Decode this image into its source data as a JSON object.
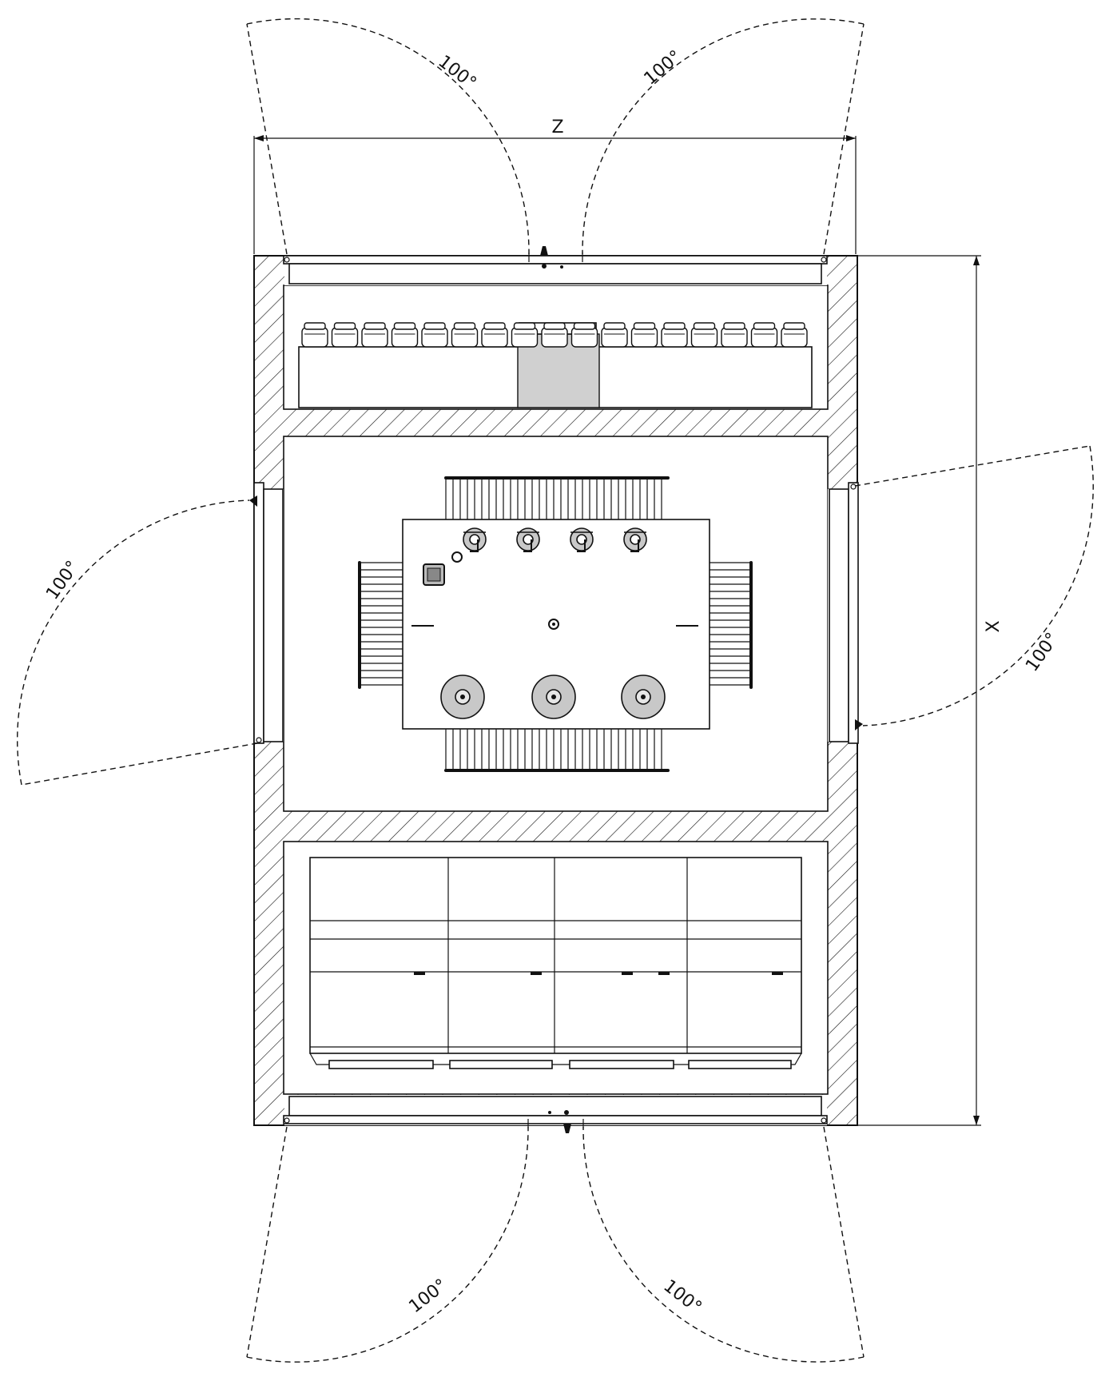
{
  "labels": {
    "width_dim": "Z",
    "height_dim": "X",
    "door_angle": "100°"
  }
}
